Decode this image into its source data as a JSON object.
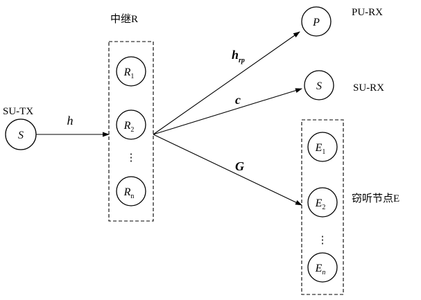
{
  "source": {
    "label": "SU-TX",
    "symbol": "S"
  },
  "relay_group": {
    "label": "中继R",
    "nodes": [
      {
        "sym": "R",
        "sub": "1"
      },
      {
        "sym": "R",
        "sub": "2"
      },
      {
        "sym": "R",
        "sub": "n"
      }
    ],
    "ellipsis": "⋮"
  },
  "primary_rx": {
    "label": "PU-RX",
    "symbol": "P"
  },
  "secondary_rx": {
    "label": "SU-RX",
    "symbol": "S"
  },
  "eve_group": {
    "label": "窃听节点E",
    "nodes": [
      {
        "sym": "E",
        "sub": "1"
      },
      {
        "sym": "E",
        "sub": "2"
      },
      {
        "sym": "E",
        "sub": "n"
      }
    ],
    "ellipsis": "⋮"
  },
  "channels": {
    "h": "h",
    "hrp_main": "h",
    "hrp_sub": "rp",
    "c": "c",
    "G": "G"
  }
}
